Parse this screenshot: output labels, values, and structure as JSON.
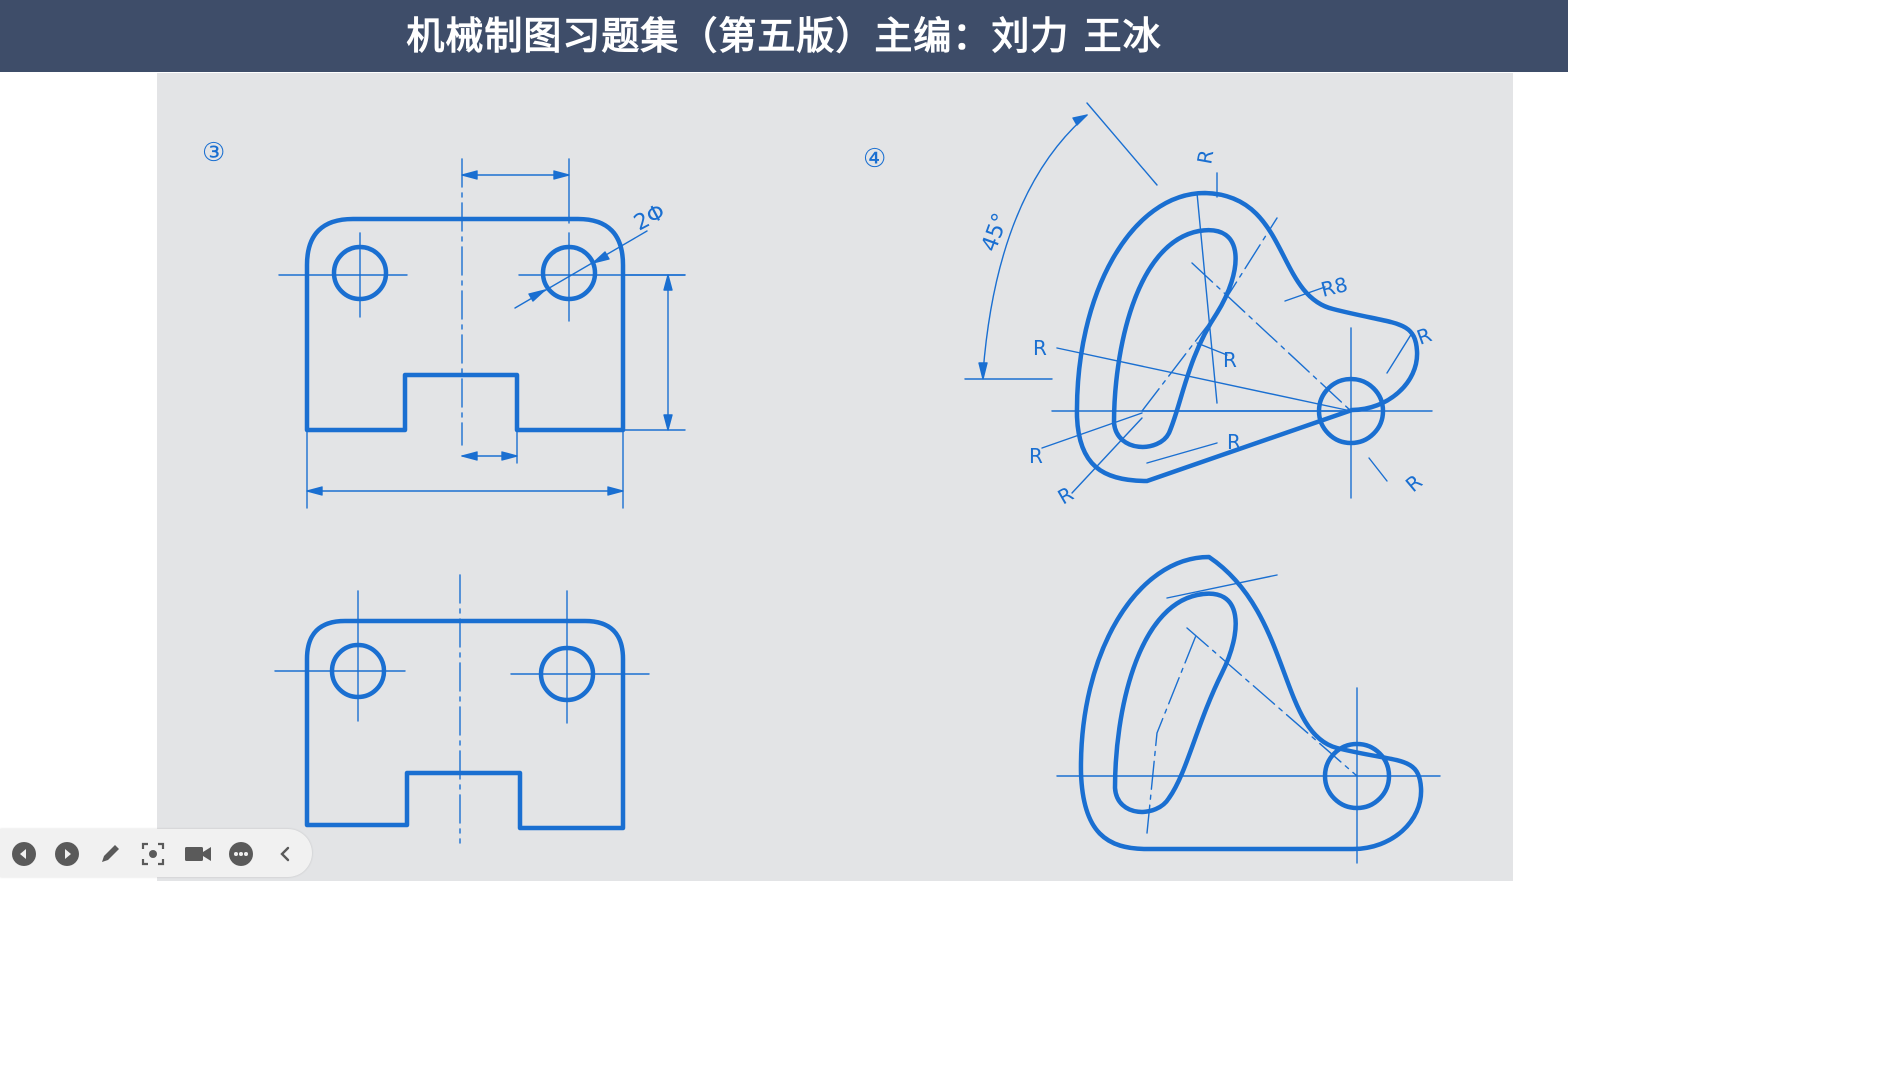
{
  "header": {
    "title": "机械制图习题集（第五版）主编：刘力 王冰"
  },
  "drawing": {
    "problem3": {
      "number": "③",
      "dim_hole": "2Φ"
    },
    "problem4": {
      "number": "④",
      "angle": "45°",
      "radius_fixed": "R8",
      "radius_generic": "R"
    }
  },
  "toolbar": {
    "icons": [
      "previous-icon",
      "next-icon",
      "pen-icon",
      "screenshot-icon",
      "camera-icon",
      "more-icon",
      "collapse-icon"
    ]
  },
  "colors": {
    "header_bg": "#3e4d69",
    "ink": "#1a6fd1",
    "paper": "#e3e4e6"
  }
}
